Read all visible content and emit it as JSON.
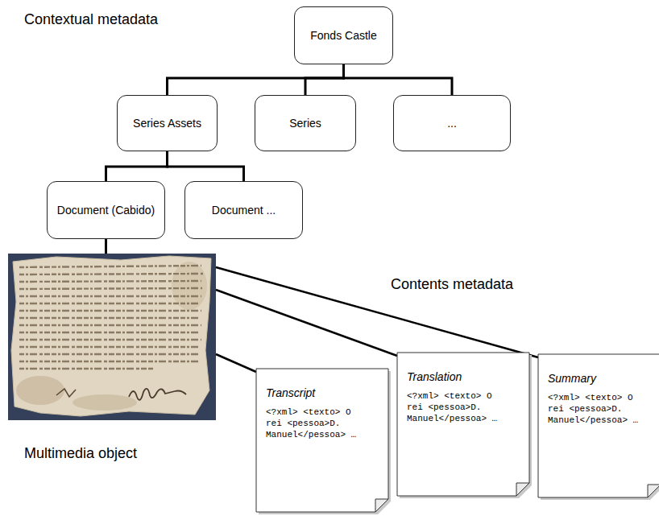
{
  "diagram": {
    "nodes": [
      {
        "text": [
          "Fonds Castle"
        ]
      },
      {
        "text": [
          "Series Assets"
        ]
      },
      {
        "text": [
          "Series"
        ]
      },
      {
        "text": [
          "..."
        ]
      },
      {
        "text": [
          "Document (Cabido)"
        ]
      },
      {
        "text": [
          "Document ..."
        ]
      },
      {
        "text": [
          "Multimedia object"
        ]
      },
      {
        "text": [
          "Transcript",
          "<?xml> <texto> O rei <pessoa>D. Manuel</pessoa> …"
        ]
      },
      {
        "text": [
          "Translation",
          "<?xml> <texto> O rei <pessoa>D. Manuel</pessoa> …"
        ]
      },
      {
        "text": [
          "Summary",
          "<?xml> <texto> O rei <pessoa>D. Manuel</pessoa> …"
        ]
      }
    ],
    "edges": [
      {
        "from": 0,
        "to": 1,
        "arrow": "none"
      },
      {
        "from": 0,
        "to": 2,
        "arrow": "none"
      },
      {
        "from": 0,
        "to": 3,
        "arrow": "none"
      },
      {
        "from": 1,
        "to": 4,
        "arrow": "none"
      },
      {
        "from": 1,
        "to": 5,
        "arrow": "none"
      },
      {
        "from": 4,
        "to": 6,
        "arrow": "none"
      },
      {
        "from": 6,
        "to": 7,
        "arrow": "none"
      },
      {
        "from": 6,
        "to": 8,
        "arrow": "none"
      },
      {
        "from": 6,
        "to": 9,
        "arrow": "none"
      }
    ],
    "labels": [
      "Contextual metadata",
      "Contents metadata"
    ]
  }
}
